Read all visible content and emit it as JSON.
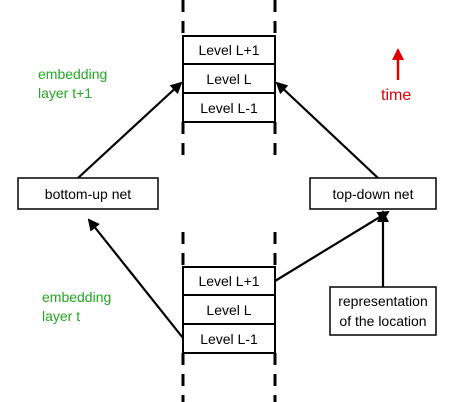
{
  "colors": {
    "embedding_label": "#22a822",
    "time_label": "#e00000",
    "time_arrow": "#e00000",
    "lines": "#000000"
  },
  "top_column": {
    "levels": [
      "Level L+1",
      "Level L",
      "Level L-1"
    ]
  },
  "bottom_column": {
    "levels": [
      "Level L+1",
      "Level L",
      "Level L-1"
    ]
  },
  "labels": {
    "embedding_top_line1": "embedding",
    "embedding_top_line2": "layer t+1",
    "embedding_bottom_line1": "embedding",
    "embedding_bottom_line2": "layer t",
    "time": "time",
    "bottom_up": "bottom-up net",
    "top_down": "top-down net",
    "location_line1": "representation",
    "location_line2": "of the location"
  },
  "icons": {
    "time_arrow": "up-arrow-icon"
  }
}
